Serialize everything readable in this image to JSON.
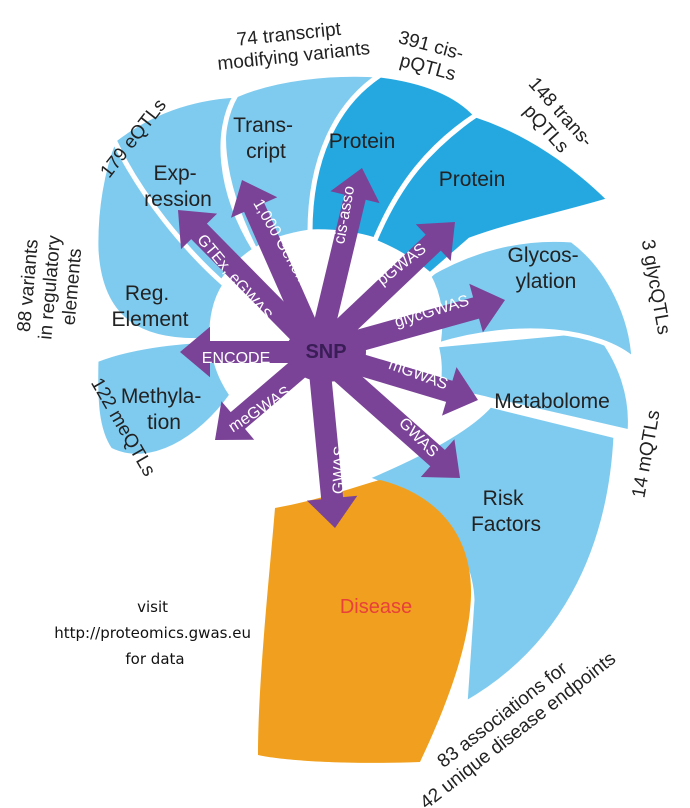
{
  "colors": {
    "light_blue": "#7fcbef",
    "dark_blue": "#25a8e0",
    "disease": "#f0a01e",
    "disease_text": "#e8403a",
    "purple": "#7b4397",
    "snp_text": "#3a1d57",
    "center": "#ffffff"
  },
  "center": {
    "label": "SNP"
  },
  "segments": [
    {
      "id": "methylation",
      "lines": [
        "Methyla-",
        "tion"
      ],
      "count": [
        "122 meQTLs"
      ]
    },
    {
      "id": "reg-element",
      "lines": [
        "Reg.",
        "Element"
      ],
      "count": [
        "88 variants",
        "in regulatory",
        "elements"
      ]
    },
    {
      "id": "expression",
      "lines": [
        "Exp-",
        "ression"
      ],
      "count": [
        "179 eQTLs"
      ]
    },
    {
      "id": "transcript",
      "lines": [
        "Trans-",
        "cript"
      ],
      "count": [
        "74 transcript",
        "modifying variants"
      ]
    },
    {
      "id": "protein-cis",
      "lines": [
        "Protein"
      ],
      "count": [
        "391 cis-",
        "pQTLs"
      ]
    },
    {
      "id": "protein-trans",
      "lines": [
        "Protein"
      ],
      "count": [
        "148 trans-",
        "pQTLs"
      ]
    },
    {
      "id": "glycosylation",
      "lines": [
        "Glycos-",
        "ylation"
      ],
      "count": [
        "3 glycQTLs"
      ]
    },
    {
      "id": "metabolome",
      "lines": [
        "Metabolome"
      ],
      "count": [
        "14 mQTLs"
      ]
    },
    {
      "id": "risk-factors",
      "lines": [
        "Risk",
        "Factors"
      ],
      "count": [
        "83 associations for",
        "42 unique disease endpoints"
      ]
    }
  ],
  "disease": {
    "label": "Disease"
  },
  "arrows": [
    {
      "id": "encode",
      "label": "ENCODE"
    },
    {
      "id": "megwas",
      "label": "meGWAS"
    },
    {
      "id": "gtex",
      "label": "GTEx, eGWAS"
    },
    {
      "id": "1000genomes",
      "label": "1,000 Genomes"
    },
    {
      "id": "cis-asso",
      "label": "cis-asso"
    },
    {
      "id": "pgwas",
      "label": "pGWAS"
    },
    {
      "id": "glycgwas",
      "label": "glycGWAS"
    },
    {
      "id": "mgwas",
      "label": "mGWAS"
    },
    {
      "id": "gwas-risk",
      "label": "GWAS"
    },
    {
      "id": "gwas-disease",
      "label": "GWAS"
    }
  ],
  "visit": {
    "lines": [
      "visit",
      "http://proteomics.gwas.eu",
      "for data"
    ]
  }
}
